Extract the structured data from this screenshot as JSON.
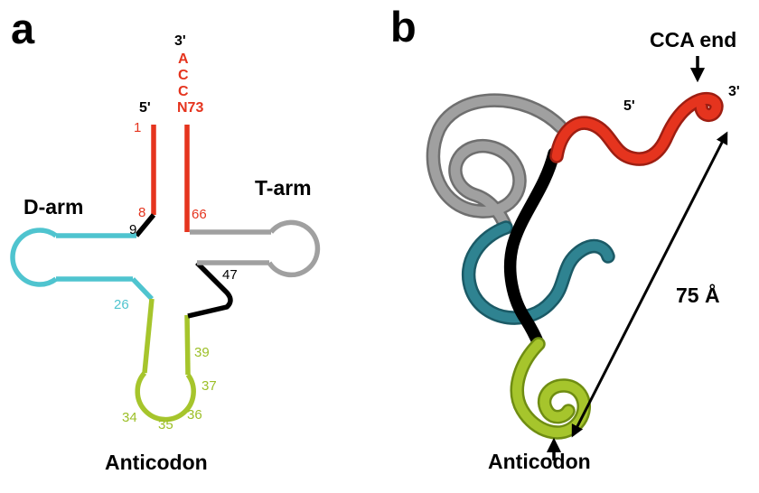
{
  "panel_a": {
    "label": "a",
    "acceptor": {
      "three_prime": "3'",
      "letter_a": "A",
      "letter_c1": "C",
      "letter_c2": "C",
      "n73": "N73",
      "five_prime": "5'"
    },
    "numbers": {
      "n1": "1",
      "n8": "8",
      "n9": "9",
      "n26": "26",
      "n34": "34",
      "n35": "35",
      "n36": "36",
      "n37": "37",
      "n39": "39",
      "n47": "47",
      "n66": "66"
    },
    "arms": {
      "d_arm": "D-arm",
      "t_arm": "T-arm",
      "anticodon": "Anticodon"
    }
  },
  "panel_b": {
    "label": "b",
    "annotations": {
      "cca_end": "CCA end",
      "three_prime": "3'",
      "five_prime": "5'",
      "distance": "75 Å",
      "anticodon": "Anticodon"
    }
  },
  "colors": {
    "red": "#e5341e",
    "red_dark": "#9e1e12",
    "cyan": "#4fc4cf",
    "gray": "#a0a0a0",
    "gray_dark": "#6f6f6f",
    "green": "#a6c52c",
    "green_dark": "#6f8d12",
    "teal": "#2f8391",
    "teal_dark": "#1b5a66",
    "black": "#000000"
  }
}
